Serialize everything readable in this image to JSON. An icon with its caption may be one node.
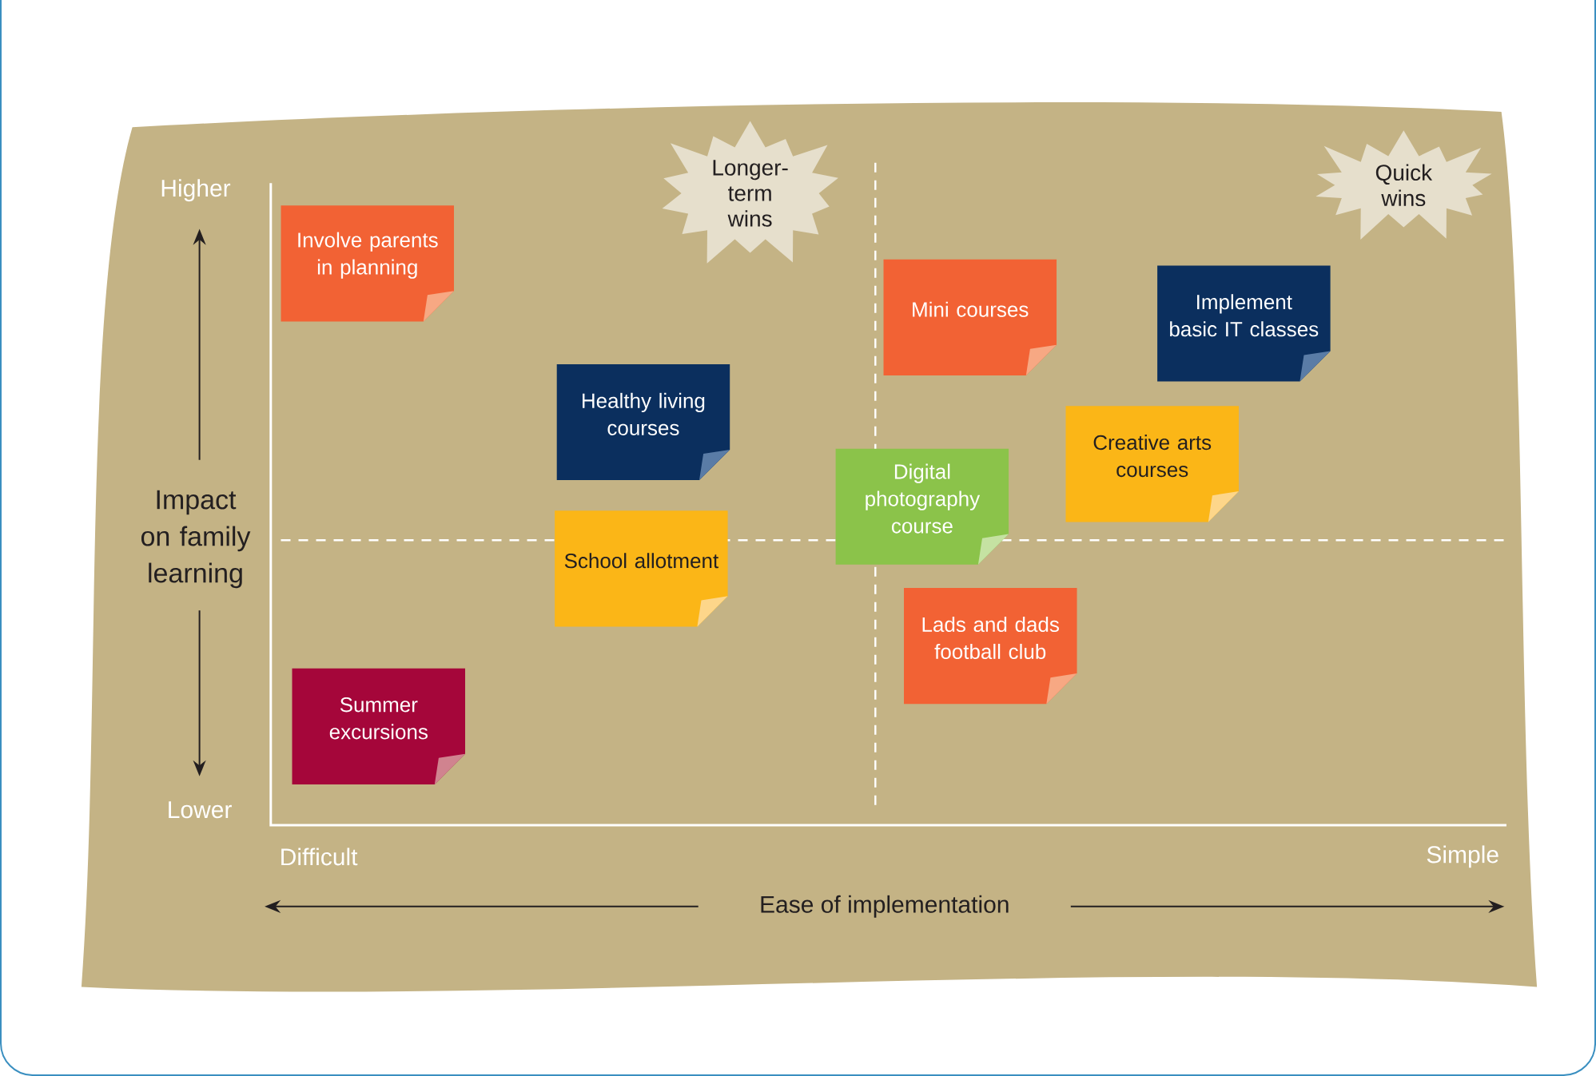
{
  "diagram": {
    "nodes": [
      {
        "text": [
          "Longer-term wins"
        ]
      },
      {
        "text": [
          "Quick wins"
        ]
      },
      {
        "text": [
          "Involve parents in planning"
        ]
      },
      {
        "text": [
          "Healthy living courses"
        ]
      },
      {
        "text": [
          "School allotment"
        ]
      },
      {
        "text": [
          "Summer excursions"
        ]
      },
      {
        "text": [
          "Mini courses"
        ]
      },
      {
        "text": [
          "Digital photography course"
        ]
      },
      {
        "text": [
          "Lads and dads football club"
        ]
      },
      {
        "text": [
          "Implement basic IT classes"
        ]
      },
      {
        "text": [
          "Creative arts courses"
        ]
      }
    ],
    "labels": [
      "Higher",
      "Impact on family learning",
      "Lower",
      "Difficult",
      "Simple",
      "Ease of implementation"
    ]
  }
}
